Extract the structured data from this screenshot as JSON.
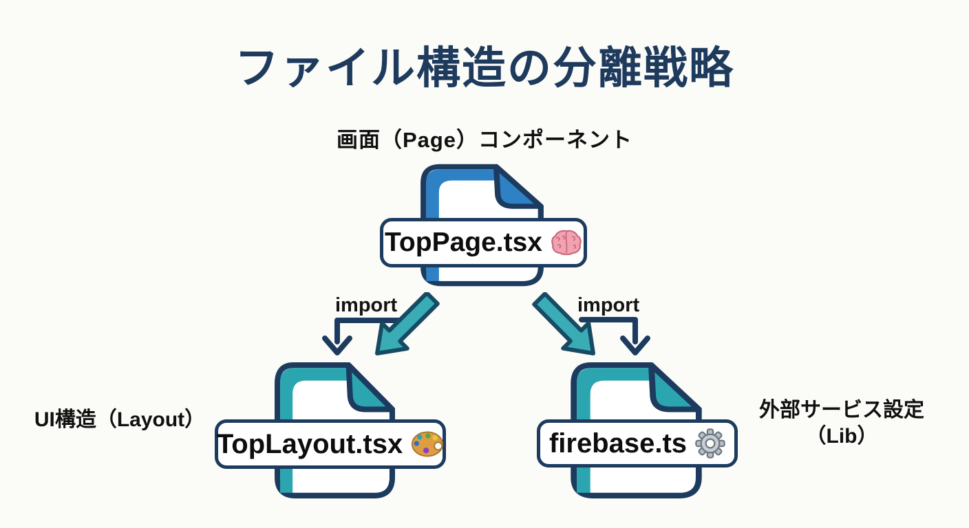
{
  "title": "ファイル構造の分離戦略",
  "page_node": {
    "caption": "画面（Page）コンポーネント",
    "file_name": "TopPage.tsx",
    "icon": "brain-icon"
  },
  "layout_node": {
    "caption": "UI構造（Layout）",
    "file_name": "TopLayout.tsx",
    "icon": "palette-icon"
  },
  "lib_node": {
    "caption_line1": "外部サービス設定",
    "caption_line2": "（Lib）",
    "file_name": "firebase.ts",
    "icon": "gear-icon"
  },
  "edges": {
    "left_import_label": "import",
    "right_import_label": "import"
  },
  "colors": {
    "background": "#fbfbf8",
    "title_text": "#1e3a5c",
    "body_text": "#101010",
    "outline_navy": "#1c3b5e",
    "page_blue": "#2e81c4",
    "module_teal": "#2ba6b0",
    "arrow_fill": "#3aacb6",
    "arrow_outline": "#174a63"
  }
}
